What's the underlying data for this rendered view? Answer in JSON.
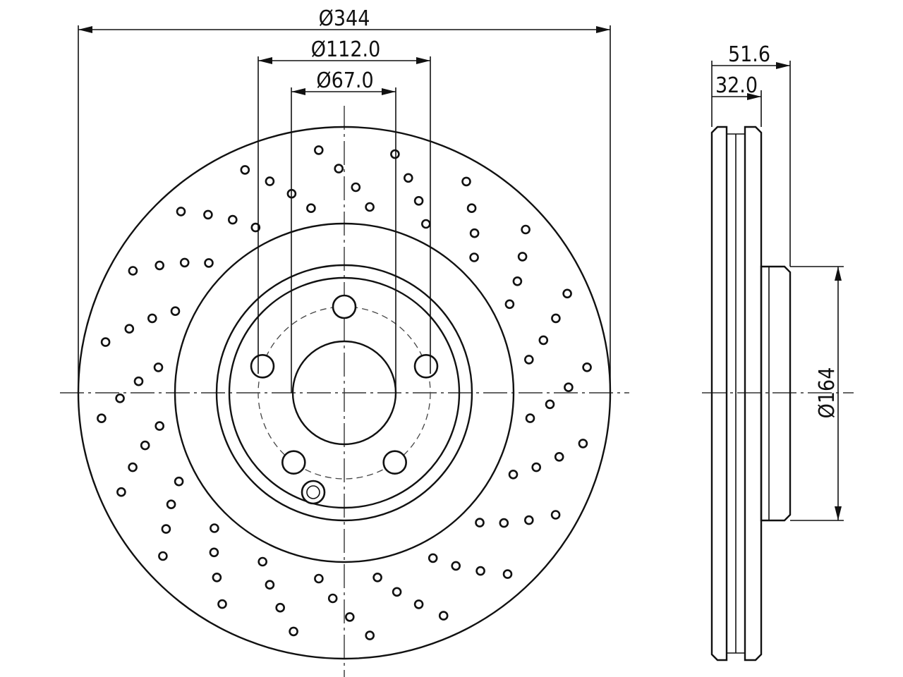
{
  "dimensions": {
    "outer_diameter": "Ø344",
    "bolt_circle_diameter": "Ø112.0",
    "center_bore_diameter": "Ø67.0",
    "total_height": "51.6",
    "disc_thickness": "32.0",
    "hat_diameter": "Ø164"
  },
  "drawing": {
    "front_view": {
      "bolt_holes": 5,
      "locating_holes": 1,
      "cross_drilled_hole_groups": 20,
      "holes_per_group": 4
    },
    "side_view": {
      "vented": true
    }
  }
}
